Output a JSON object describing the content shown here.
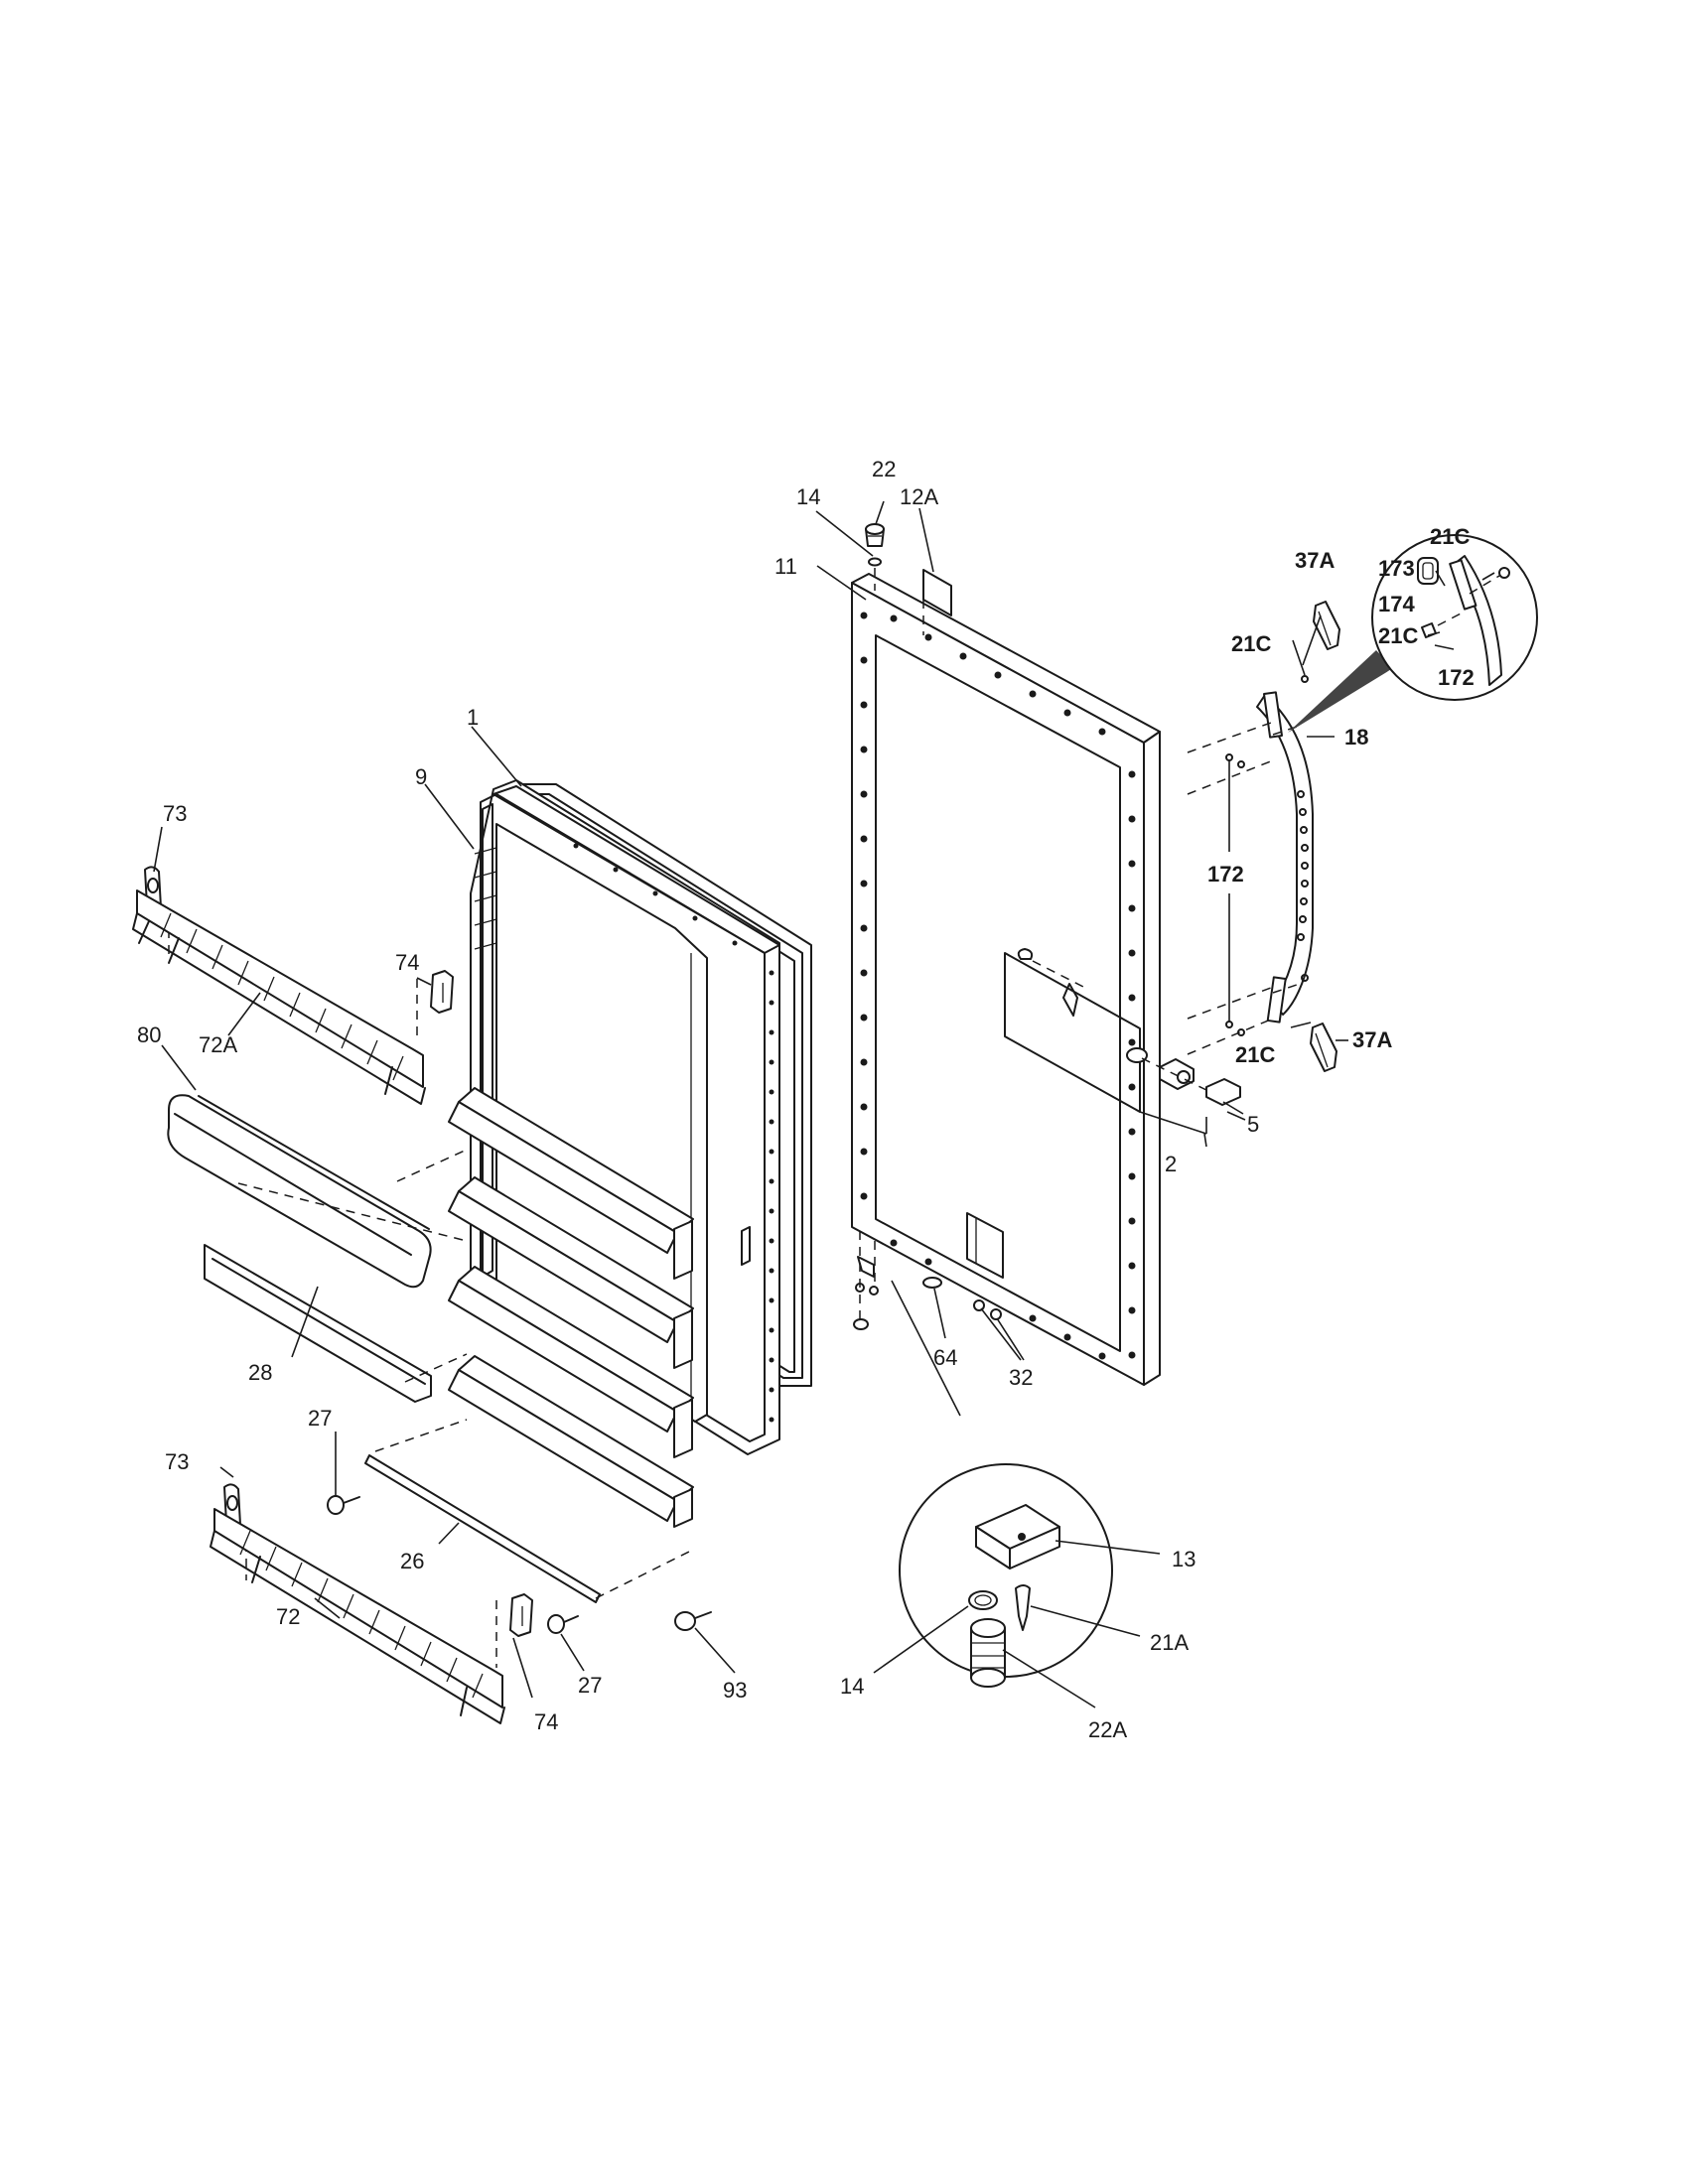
{
  "labels": {
    "p1": "1",
    "p2": "2",
    "p5": "5",
    "p9": "9",
    "p11": "11",
    "p12a": "12A",
    "p13": "13",
    "p14_top": "14",
    "p14_detail": "14",
    "p18": "18",
    "p21a": "21A",
    "p21c_upper": "21C",
    "p21c_lower": "21C",
    "p21c_circle_top": "21C",
    "p21c_circle_mid": "21C",
    "p22": "22",
    "p22a": "22A",
    "p26": "26",
    "p27_upper": "27",
    "p27_lower": "27",
    "p28": "28",
    "p32": "32",
    "p37a_upper": "37A",
    "p37a_lower": "37A",
    "p64": "64",
    "p72": "72",
    "p72a": "72A",
    "p73_upper": "73",
    "p73_lower": "73",
    "p74_upper": "74",
    "p74_lower": "74",
    "p80": "80",
    "p93": "93",
    "p172_handle": "172",
    "p172_circle": "172",
    "p173": "173",
    "p174": "174"
  },
  "colors": {
    "line": "#1a1a1a",
    "background": "#ffffff"
  }
}
